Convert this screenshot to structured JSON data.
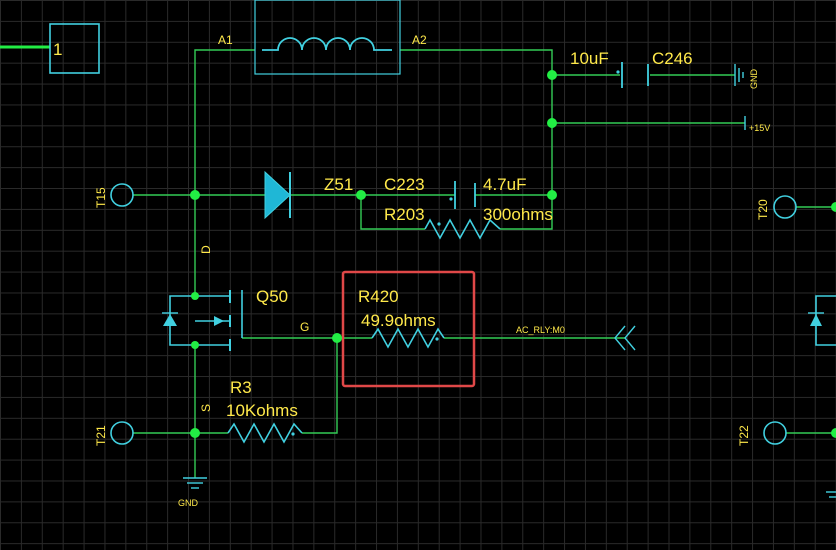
{
  "schematic": {
    "port_label": "1",
    "coil": {
      "pin1": "A1",
      "pin2": "A2"
    },
    "caps": {
      "c246": {
        "value": "10uF",
        "name": "C246"
      },
      "c223": {
        "value": "4.7uF",
        "name": "C223"
      }
    },
    "power": {
      "gnd_top": "GND",
      "rail": "+15V",
      "gnd_bottom": "GND",
      "gnd_right": "GND"
    },
    "diode": {
      "name": "Z51"
    },
    "resistors": {
      "r203": {
        "name": "R203",
        "value": "300ohms"
      },
      "r420": {
        "name": "R420",
        "value": "49.9ohms"
      },
      "r3": {
        "name": "R3",
        "value": "10Kohms"
      }
    },
    "mosfet": {
      "name": "Q50",
      "drain": "D",
      "gate": "G",
      "source": "S"
    },
    "net_label": "AC_RLY:M0",
    "test_points": {
      "t15": "T15",
      "t21": "T21",
      "t20": "T20",
      "t22": "T22"
    },
    "highlight_color": "#e04848"
  }
}
